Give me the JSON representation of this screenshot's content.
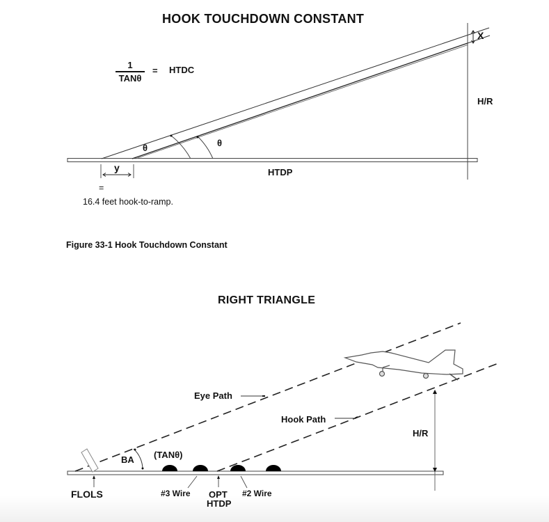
{
  "figure1": {
    "title": "HOOK TOUCHDOWN CONSTANT",
    "formula": {
      "numerator": "1",
      "denominator": "TANθ",
      "equals": "=",
      "result": "HTDC"
    },
    "labels": {
      "x": "X",
      "hr": "H/R",
      "theta_left": "θ",
      "theta_right": "θ",
      "y": "y",
      "htdp": "HTDP",
      "equals_sign": "=",
      "y_note": "16.4 feet hook-to-ramp."
    },
    "caption": "Figure 33-1 Hook Touchdown Constant"
  },
  "figure2": {
    "title": "RIGHT TRIANGLE",
    "labels": {
      "eye_path": "Eye Path",
      "hook_path": "Hook Path",
      "hr": "H/R",
      "ba": "BA",
      "tan_theta": "(TANθ)",
      "flols": "FLOLS",
      "wire3": "#3 Wire",
      "opt": "OPT",
      "htdp": "HTDP",
      "wire2": "#2 Wire"
    },
    "icons": [
      "aircraft-icon",
      "flols-lens-icon",
      "arresting-wire-icon"
    ]
  },
  "colors": {
    "line": "#222222",
    "deck_fill": "#ffffff",
    "wire": "#000000",
    "shadow_bottom": "#f0f0f0"
  }
}
